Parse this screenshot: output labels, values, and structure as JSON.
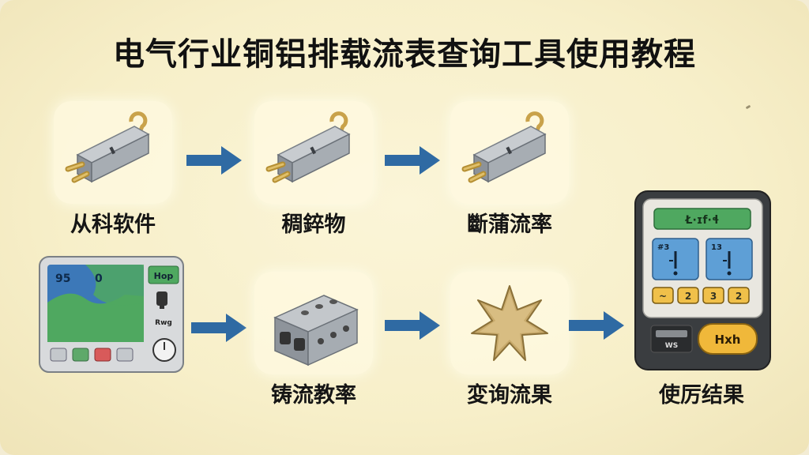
{
  "title": "电气行业铜铝排载流表查询工具使用教程",
  "steps": {
    "s1": {
      "label": "从科软件"
    },
    "s2": {
      "label": "稠錊物"
    },
    "s3": {
      "label": "斷蒲流率"
    },
    "s4": {
      "label": "铸流教率"
    },
    "s5": {
      "label": "変询流果"
    },
    "s6": {
      "label": "使厉结果"
    }
  },
  "tablet": {
    "screen_left": "95",
    "screen_mid": "0",
    "side_badge": "Hop",
    "side_text": "Rwg"
  },
  "meter": {
    "display": "Ł·ɪf·ɬ",
    "left_tag": "#3",
    "right_tag": "13",
    "keys": [
      "~",
      "2",
      "3",
      "2"
    ],
    "small": "WS",
    "result_button": "Hxh"
  },
  "colors": {
    "arrow": "#2f6aa3",
    "metal": "#9aa0a6",
    "brass": "#c9a24a",
    "gear": "#c7a96a",
    "meter_body": "#3a3d40",
    "screen_green": "#4fa860",
    "screen_blue": "#5e9fd6",
    "button_yellow": "#f0b83a"
  }
}
